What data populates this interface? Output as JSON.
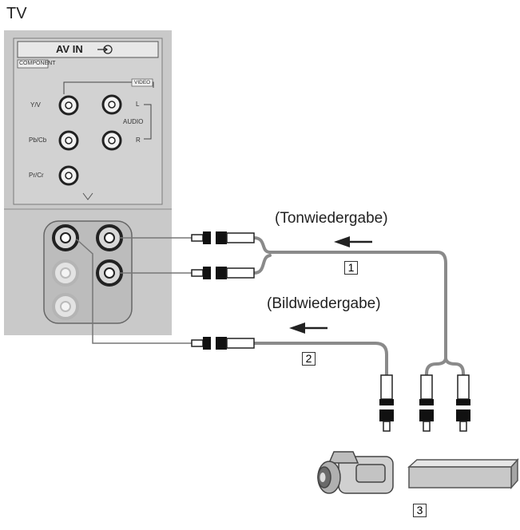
{
  "tv_label": "TV",
  "panel": {
    "header": "AV IN",
    "component_label": "COMPONENT",
    "video_label": "VIDEO",
    "audio_label": "AUDIO",
    "jack_labels": {
      "y_v": "Y/V",
      "pb_cb": "Pb/Cb",
      "pr_cr": "Pr/Cr",
      "l": "L",
      "r": "R"
    }
  },
  "captions": {
    "audio_playback": "(Tonwiedergabe)",
    "video_playback": "(Bildwiedergabe)"
  },
  "callouts": {
    "cable_audio": "1",
    "cable_video": "2",
    "devices": "3"
  },
  "colors": {
    "panel": "#c9c9c9",
    "cable": "#8a8a8a",
    "jack_ring": "#222222"
  }
}
